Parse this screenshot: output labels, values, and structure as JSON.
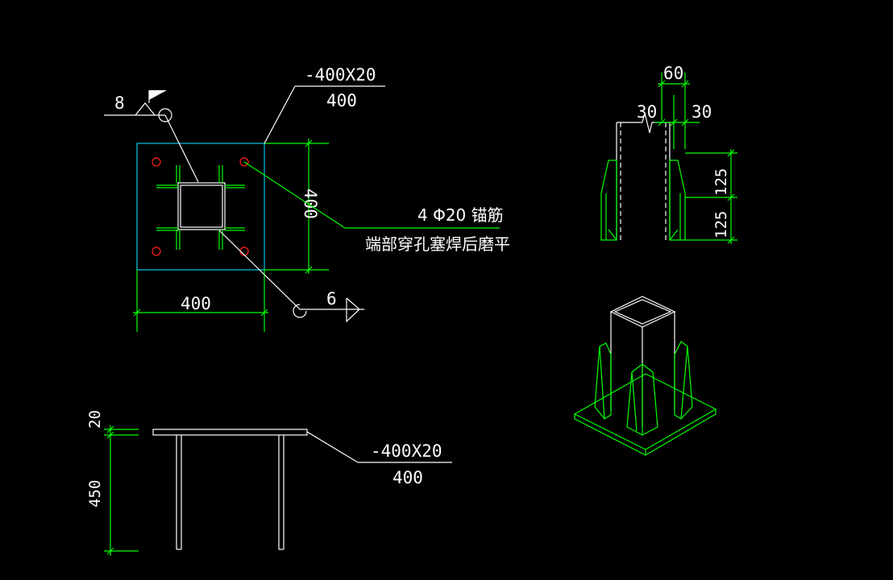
{
  "colors": {
    "background": "#000000",
    "text": "#ffffff",
    "dimension": "#00ff00",
    "plate": "#00c8e6",
    "anchor": "#ff2020",
    "member": "#ffffff"
  },
  "plan": {
    "leader_plate_spec": "-400X20",
    "leader_plate_width": "400",
    "weld_size_top": "8",
    "weld_size_bottom": "6",
    "dim_bottom": "400",
    "dim_right": "400",
    "anchor_spec": "4 Φ20 锚筋",
    "anchor_note": "端部穿孔塞焊后磨平"
  },
  "detail": {
    "dim_top": "60",
    "dim_left": "30",
    "dim_right": "30",
    "dim_upper": "125",
    "dim_lower": "125"
  },
  "elevation": {
    "dim_plate": "20",
    "dim_height": "450",
    "leader_plate_spec": "-400X20",
    "leader_plate_width": "400"
  }
}
